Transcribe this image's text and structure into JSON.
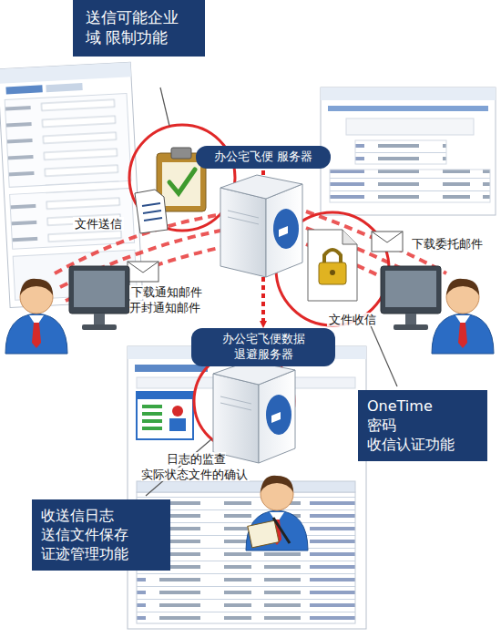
{
  "diagram": {
    "nodes": [
      {
        "text": [
          "送信可能企业 域 限制功能"
        ]
      },
      {
        "text": [
          "办公宅飞便 服务器"
        ]
      },
      {
        "text": [
          "办公宅飞便数据 退避服务器"
        ]
      },
      {
        "text": [
          "OneTime 密码 收信认证功能"
        ]
      },
      {
        "text": [
          "收送信日志 送信文件保存 证迹管理功能"
        ]
      }
    ],
    "edges": [
      {
        "from": 1,
        "to": 2,
        "arrow": "to"
      }
    ],
    "labels": [
      "文件送信",
      "下载委托邮件",
      "下载通知邮件 开封通知邮件",
      "文件收信",
      "日志的监查 实际状态文件的确认"
    ]
  }
}
